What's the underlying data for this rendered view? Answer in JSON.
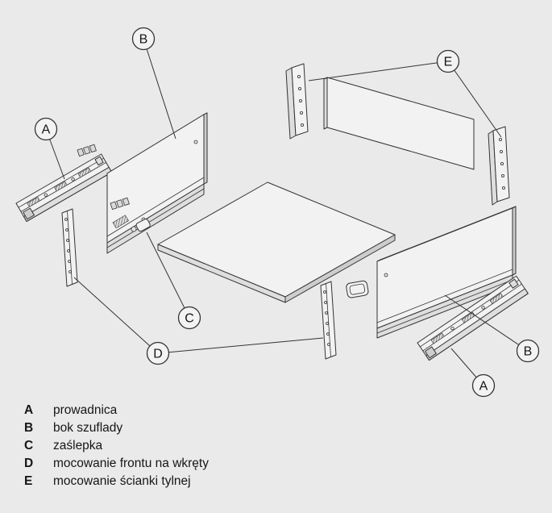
{
  "figure": {
    "callouts": {
      "a_left": "A",
      "b_left": "B",
      "e": "E",
      "c": "C",
      "d": "D",
      "b_right": "B",
      "a_right": "A"
    }
  },
  "legend": {
    "items": [
      {
        "letter": "A",
        "label": "prowadnica"
      },
      {
        "letter": "B",
        "label": "bok szuflady"
      },
      {
        "letter": "C",
        "label": "zaślepka"
      },
      {
        "letter": "D",
        "label": "mocowanie frontu na wkręty"
      },
      {
        "letter": "E",
        "label": "mocowanie ścianki tylnej"
      }
    ]
  }
}
